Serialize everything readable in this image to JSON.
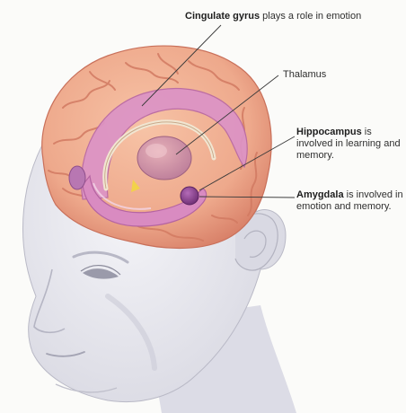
{
  "labels": {
    "cingulate": {
      "term": "Cingulate gyrus",
      "desc": " plays a role in emotion"
    },
    "thalamus": {
      "term": "Thalamus"
    },
    "hippocampus": {
      "term": "Hippocampus",
      "desc": " is involved in learning and memory."
    },
    "amygdala": {
      "term": "Amygdala",
      "desc": " is involved in emotion and memory."
    }
  },
  "colors": {
    "skin": "#ececf2",
    "skin_shadow": "#c9c9d4",
    "cortex": "#eea98c",
    "cortex_dark": "#d9826a",
    "limbic_pink": "#d98bc1",
    "limbic_dark": "#b564a2",
    "amygdala": "#8a3f8d",
    "leader_line": "#3a3a3a"
  }
}
